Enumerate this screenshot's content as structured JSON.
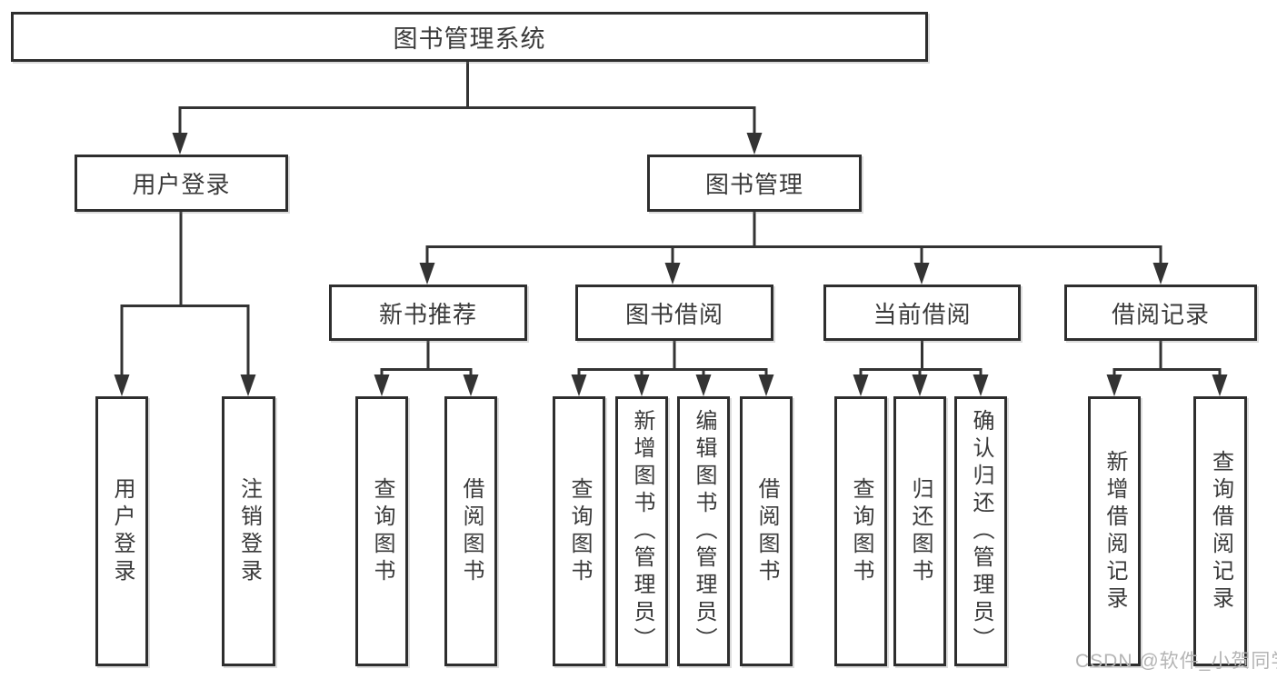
{
  "tree": {
    "root": {
      "label": "图书管理系统"
    },
    "children": [
      {
        "label": "用户登录",
        "children": [
          {
            "label": "用户登录"
          },
          {
            "label": "注销登录"
          }
        ]
      },
      {
        "label": "图书管理",
        "children": [
          {
            "label": "新书推荐",
            "children": [
              {
                "label": "查询图书"
              },
              {
                "label": "借阅图书"
              }
            ]
          },
          {
            "label": "图书借阅",
            "children": [
              {
                "label": "查询图书"
              },
              {
                "label": "新增图书（管理员）"
              },
              {
                "label": "编辑图书（管理员）"
              },
              {
                "label": "借阅图书"
              }
            ]
          },
          {
            "label": "当前借阅",
            "children": [
              {
                "label": "查询图书"
              },
              {
                "label": "归还图书"
              },
              {
                "label": "确认归还（管理员）"
              }
            ]
          },
          {
            "label": "借阅记录",
            "children": [
              {
                "label": "新增借阅记录"
              },
              {
                "label": "查询借阅记录"
              }
            ]
          }
        ]
      }
    ]
  },
  "watermark": {
    "text": "CSDN @软件_小贺同学"
  },
  "colors": {
    "line": "#333333",
    "border": "#2e2e2e",
    "text": "#3a3a3a",
    "watermark": "#b4b4b4"
  }
}
